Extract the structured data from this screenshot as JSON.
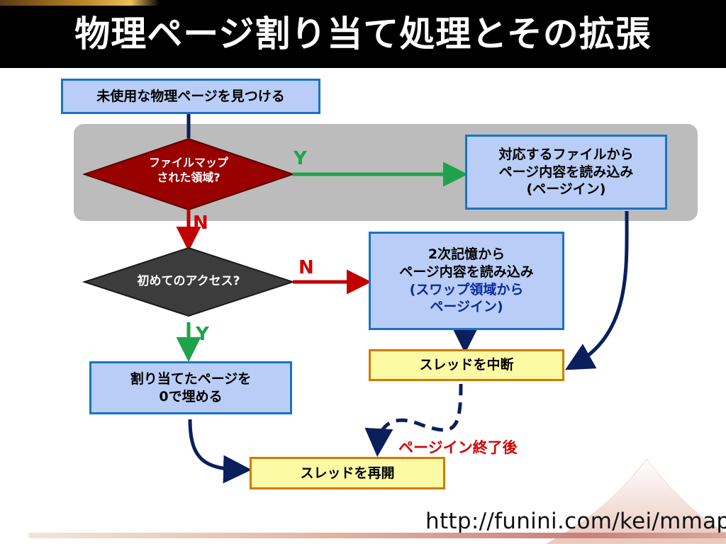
{
  "title": "物理ページ割り当て処理とその拡張",
  "nodes": {
    "find_page": "未使用な物理ページを見つける",
    "file_mapped": "ファイルマップ\nされた領域?",
    "read_file": "対応するファイルから\nページ内容を読み込み\n(ページイン)",
    "first_access": "初めてのアクセス?",
    "swap_read_main": "2次記憶から\nページ内容を読み込み",
    "swap_read_note": "(スワップ領域から\nページイン)",
    "zero_fill": "割り当てたページを\n0で埋める",
    "suspend_thread": "スレッドを中断",
    "resume_thread": "スレッドを再開"
  },
  "edge_labels": {
    "file_yes": "Y",
    "file_no": "N",
    "access_no": "N",
    "access_yes": "Y",
    "after_pagein": "ページイン終了後"
  },
  "url": "http://funini.com/kei/mmap/",
  "colors": {
    "yes_arrow": "#1fa34a",
    "no_arrow": "#c00000",
    "flow_arrow": "#0a1f5c",
    "note_text": "#0a2a9a"
  }
}
